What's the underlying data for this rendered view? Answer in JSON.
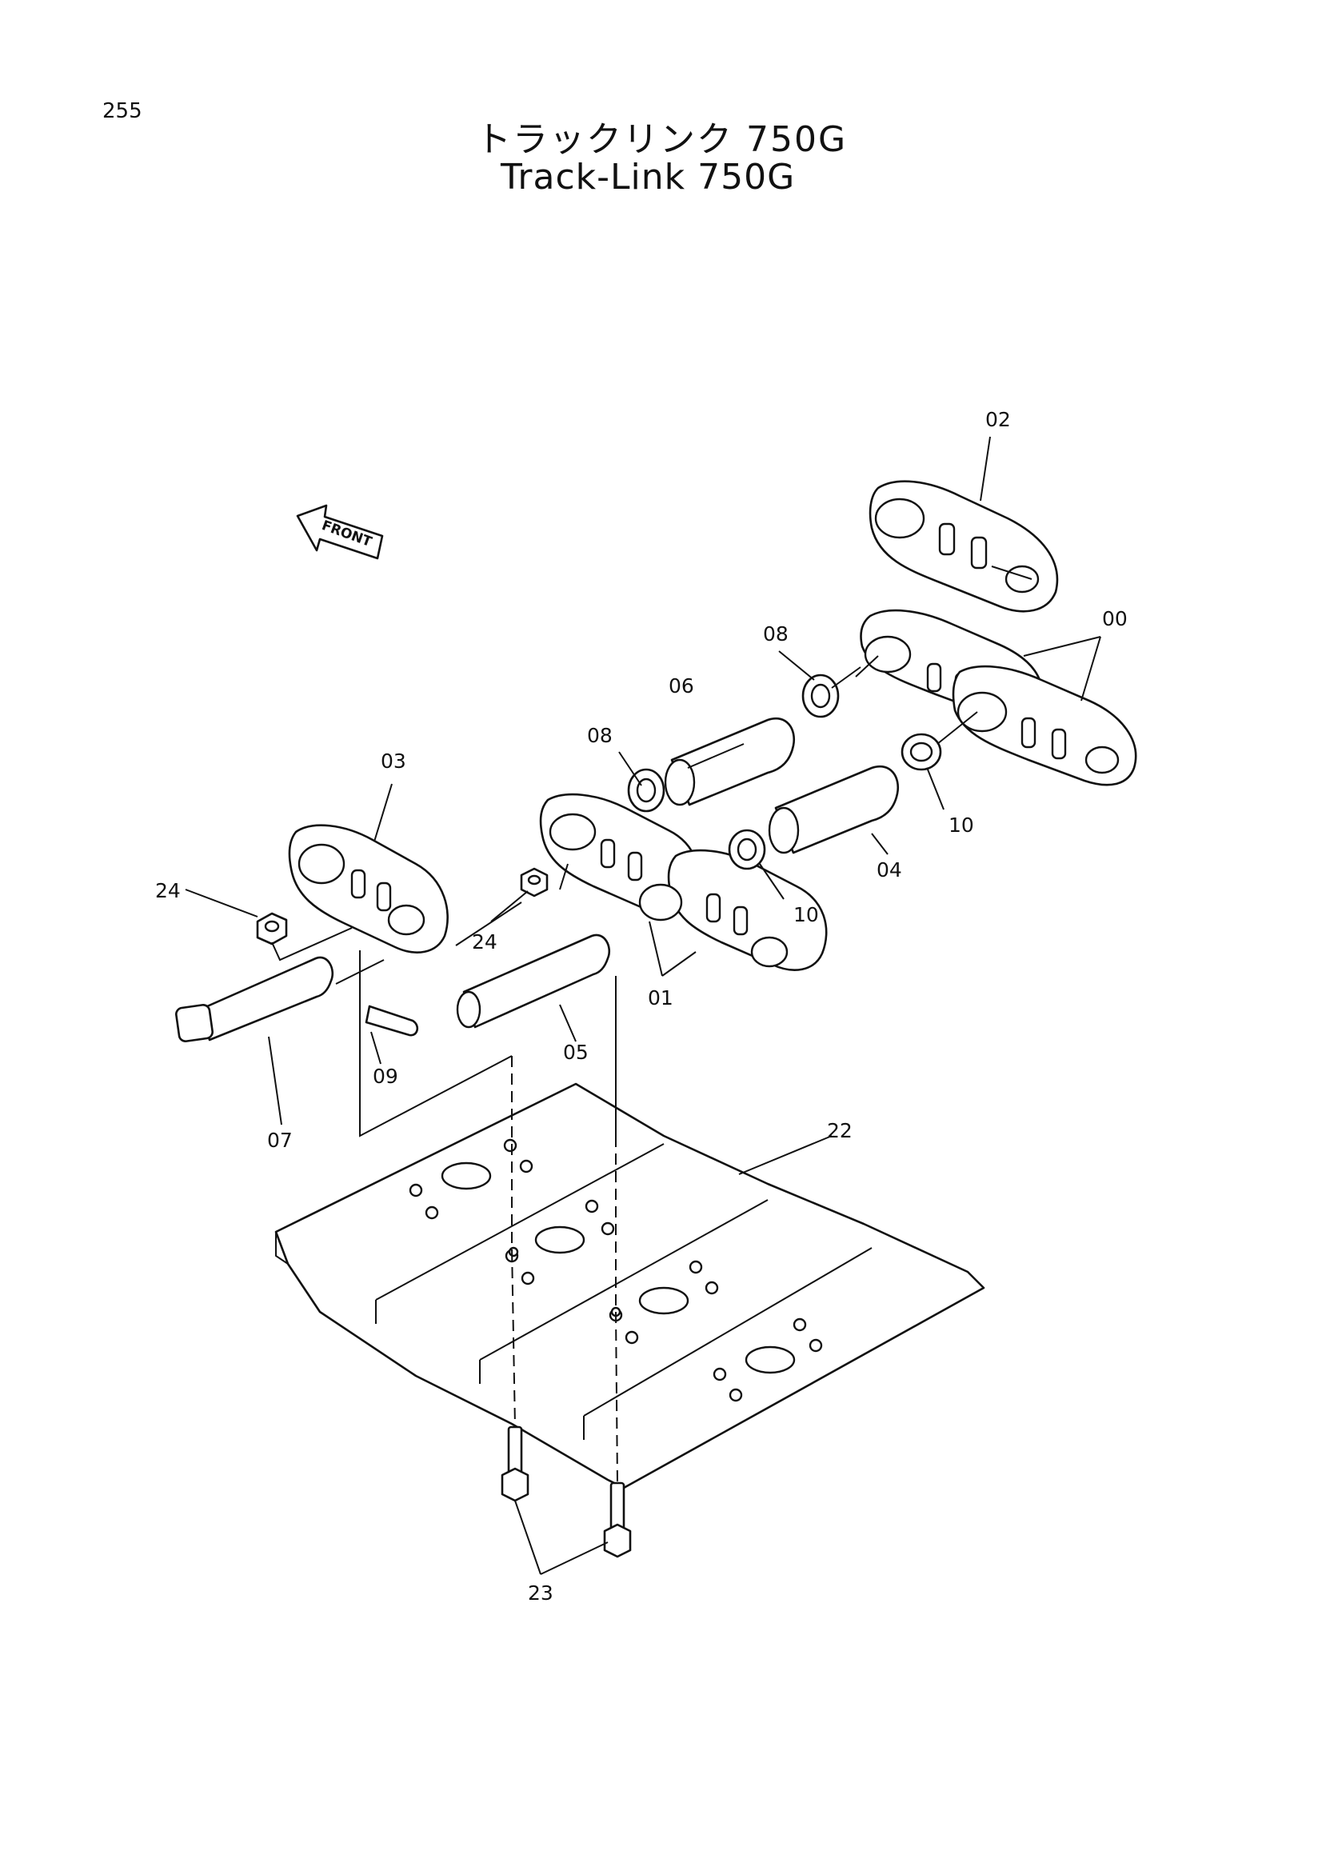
{
  "page_number": "255",
  "title_jp": "トラックリンク 750G",
  "title_en": "Track-Link 750G",
  "front_label": "FRONT",
  "callouts": {
    "c00": "00",
    "c01": "01",
    "c02": "02",
    "c03": "03",
    "c04": "04",
    "c05": "05",
    "c06": "06",
    "c07": "07",
    "c08a": "08",
    "c08b": "08",
    "c09": "09",
    "c10a": "10",
    "c10b": "10",
    "c22": "22",
    "c23": "23",
    "c24a": "24",
    "c24b": "24"
  },
  "colors": {
    "ink": "#111111",
    "paper": "#ffffff"
  }
}
